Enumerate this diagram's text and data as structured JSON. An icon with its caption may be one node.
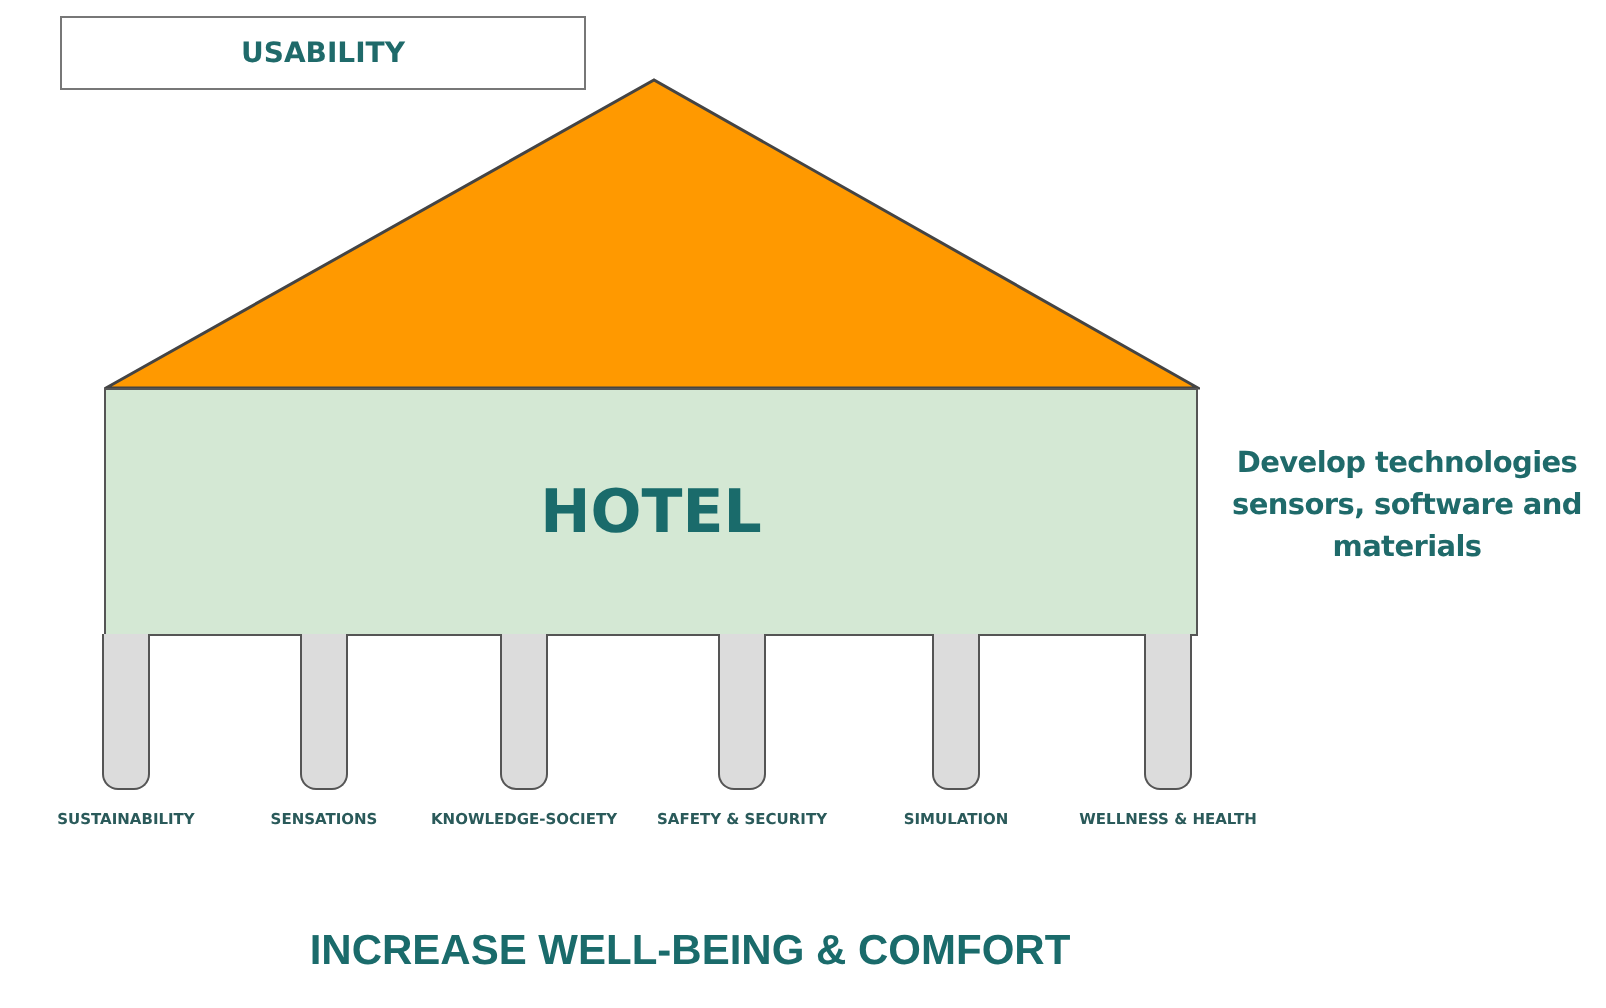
{
  "diagram": {
    "caption": "INCREASE WELL-BEING & COMFORT",
    "nodes": [
      {
        "text": [
          "USABILITY"
        ]
      },
      {
        "text": [],
        "shape": "triangle"
      },
      {
        "text": [
          "HOTEL"
        ],
        "beside": [
          "Develop technologies sensors, software and materials"
        ]
      },
      {
        "text": [
          "SUSTAINABILITY"
        ]
      },
      {
        "text": [
          "SENSATIONS"
        ]
      },
      {
        "text": [
          "KNOWLEDGE-SOCIETY"
        ]
      },
      {
        "text": [
          "SAFETY & SECURITY"
        ]
      },
      {
        "text": [
          "SIMULATION"
        ]
      },
      {
        "text": [
          "WELLNESS & HEALTH"
        ]
      }
    ],
    "edges": []
  }
}
